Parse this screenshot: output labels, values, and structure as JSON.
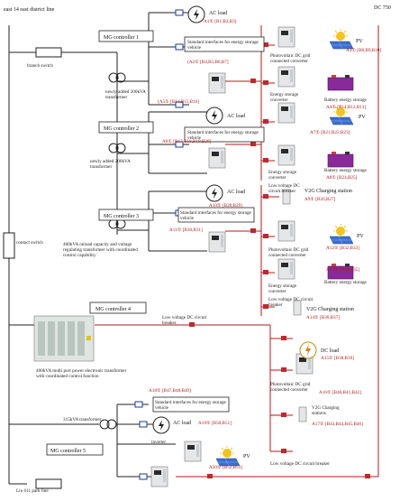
{
  "title_line": "east 14 east district line",
  "dc_label": "DC 750",
  "branch_switch": "branch switch",
  "contact_switch": "contact switch",
  "park_line": "Liu 611 park line",
  "mg1": {
    "controller": "MG controller 1",
    "transformer": "newly added 200kVA transformer",
    "ac_load": "AC load",
    "ac_load_id": "A1① [B1,B2,B3]",
    "std_if": "Standard interfaces for energy storage vehicle",
    "std_if_id": "(A2① [B4,B5,B6,B7]",
    "pv_conv": "Photovoltaic DC grid connected converter",
    "pv": "PV",
    "pv_id": "A3① [B8,B9,B10]",
    "es_conv": "Energy storage converter",
    "battery": "Battery energy storage",
    "battery_id": "A4① [B11,B12,B13]",
    "main_id": "(A5① [B14,B15,B16]"
  },
  "mg2": {
    "controller": "MG controller 2",
    "transformer": "newly added 200kVA transformer",
    "ac_load": "AC load",
    "std_if": "Standard interfaces for energy storage vehicle",
    "main_id": "A6① [B17,B18,B19,B20]",
    "pv": "PV",
    "pv_id": "A7① [B21,B22,B23]",
    "es_conv": "Energy storage converter",
    "battery": "Battery energy storage",
    "battery_id": "A8① [B24,B25]"
  },
  "mg3": {
    "controller": "MG controller 3",
    "transformer": "400kVA onload capacity and voltage regulating transformer with coordinated control capability",
    "ac_load": "AC load",
    "ac_load_id": "A10① [B28,B29]",
    "std_if": "Standard interfaces for energy storage vehicle",
    "main_id": "A11① [B30,B31]",
    "lv_breaker": "Low voltage DC circuit breaker",
    "v2g": "V2G Charging station",
    "v2g_id": "A9① [B26,B27]",
    "pv_conv": "Photovoltaic DC grid connected converter",
    "pv": "PV",
    "pv_id": "A12① [B32,B33]",
    "es_conv": "Energy storage converter",
    "battery": "Battery energy storage",
    "battery_id": "A13① [B34,B35]"
  },
  "mg4": {
    "controller": "MG controller 4",
    "pet": "400kVA multi port power electronic transformer with coordinated control function",
    "lv_breaker1": "Low voltage DC circuit breaker",
    "lv_breaker2": "Low voltage DC circuit breaker",
    "v2g": "V2G Charging station",
    "v2g_id": "A14① [B36,B37]",
    "dc_load": "DC load",
    "dc_load_id": "A15① [B38,B39]",
    "pv_conv": "Photovoltaic DC grid connected converter",
    "pv_conv_id": "A16① [B40,B41,B42]",
    "v2g2": "V2G Charging stations",
    "v2g2_id": "A17① [B43,B44,B45,B46]",
    "lv_breaker3": "Low voltage DC circuit breaker",
    "pet_id": "A18① [B47,B48,B49]"
  },
  "mg5": {
    "controller": "MG controller 5",
    "transformer": "315kVA transformer",
    "std_if": "Standard interfaces for energy storage vehicle",
    "ac_load": "AC load",
    "ac_load_id": "A19① [B50,B51]",
    "inverter": "inverter",
    "pv": "PV",
    "pv_id": "A20① [B52,B53]"
  },
  "colors": {
    "line": "#222222",
    "dc_line": "#b51a1a",
    "device_red": "#c1272d",
    "id_red": "#b01818"
  }
}
